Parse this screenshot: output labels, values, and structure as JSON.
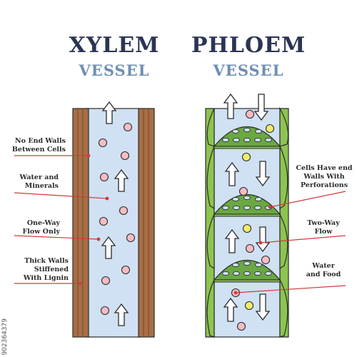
{
  "xylem": {
    "title": "XYLEM",
    "subtitle": "VESSEL",
    "labels": [
      "No End Walls\nBetween Cells",
      "Water and\nMinerals",
      "One-Way\nFlow Only",
      "Thick Walls\nStiffened\nWith Lignin"
    ]
  },
  "phloem": {
    "title": "PHLOEM",
    "subtitle": "VESSEL",
    "labels": [
      "Cells Have end\nWalls With\nPerforations",
      "Two-Way\nFlow",
      "Water\nand Food"
    ]
  },
  "colors": {
    "title": "#2b3553",
    "subtitle": "#6e8fb3",
    "lumen": "#cfe1f2",
    "wood": "#a86e45",
    "wood_dark": "#7d4f2f",
    "phloem_wall": "#8dc44f",
    "sieve_plate": "#5e9b3c",
    "water_particle": "#f6bcc4",
    "food_particle": "#f2ec6a",
    "pointer_line": "#d43a3a"
  },
  "stock_id": "902364379"
}
